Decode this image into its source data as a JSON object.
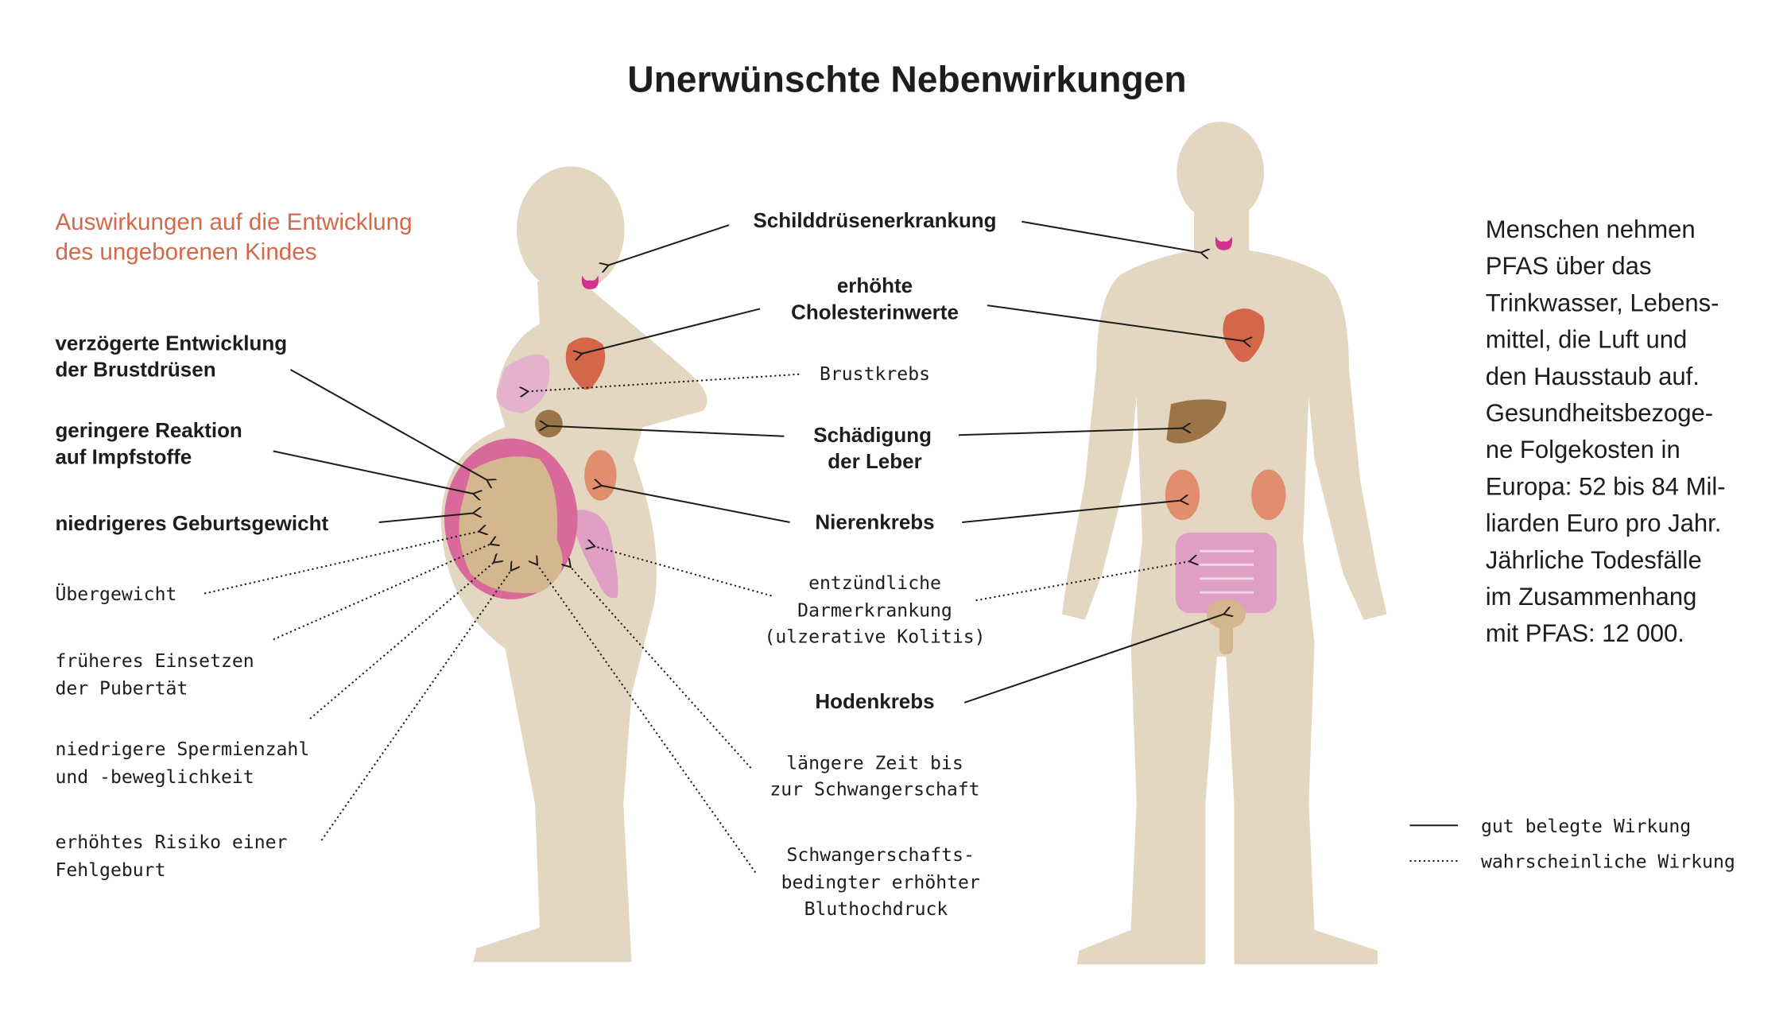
{
  "title": "Unerwünschte Nebenwirkungen",
  "subtitle": [
    "Auswirkungen auf die Entwicklung",
    "des ungeborenen Kindes"
  ],
  "left_labels": {
    "brustdruesen": [
      "verzögerte Entwicklung",
      "der Brustdrüsen"
    ],
    "impfstoffe": [
      "geringere Reaktion",
      "auf Impfstoffe"
    ],
    "geburtsgewicht": "niedrigeres Geburtsgewicht",
    "uebergewicht": "Übergewicht",
    "pubertaet": [
      "früheres Einsetzen",
      "der Pubertät"
    ],
    "spermien": [
      "niedrigere Spermienzahl",
      "und -beweglichkeit"
    ],
    "fehlgeburt": [
      "erhöhtes Risiko einer",
      "Fehlgeburt"
    ]
  },
  "center_labels": {
    "schilddruese": "Schilddrüsenerkrankung",
    "cholesterin": [
      "erhöhte",
      "Cholesterinwerte"
    ],
    "brustkrebs": "Brustkrebs",
    "leber": [
      "Schädigung",
      "der Leber"
    ],
    "nierenkrebs": "Nierenkrebs",
    "darm": [
      "entzündliche",
      "Darmerkrankung",
      "(ulzerative Kolitis)"
    ],
    "hodenkrebs": "Hodenkrebs",
    "schwangerschaft": [
      "längere Zeit bis",
      "zur Schwangerschaft"
    ],
    "bluthochdruck": [
      "Schwangerschafts-",
      "bedingter erhöhter",
      "Bluthochdruck"
    ]
  },
  "info_text": [
    "Menschen nehmen",
    "PFAS über das",
    "Trinkwasser, Lebens-",
    "mittel, die Luft und",
    "den Hausstaub auf.",
    "Gesundheitsbezoge-",
    "ne Folgekosten in",
    "Europa: 52 bis 84 Mil-",
    "liarden Euro pro Jahr.",
    "Jährliche Todesfälle",
    "im Zusammenhang",
    "mit PFAS: 12 000."
  ],
  "legend": {
    "solid": "gut belegte Wirkung",
    "dotted": "wahrscheinliche Wirkung"
  },
  "colors": {
    "body": "#e3d7c1",
    "accent": "#d4694a",
    "thyroid": "#d0338f",
    "heart": "#d4674a",
    "liver": "#9b7448",
    "kidney": "#e08e6e",
    "intestine": "#e0a0c6",
    "uterus": "#d8699a",
    "fetus": "#d4b68f"
  }
}
